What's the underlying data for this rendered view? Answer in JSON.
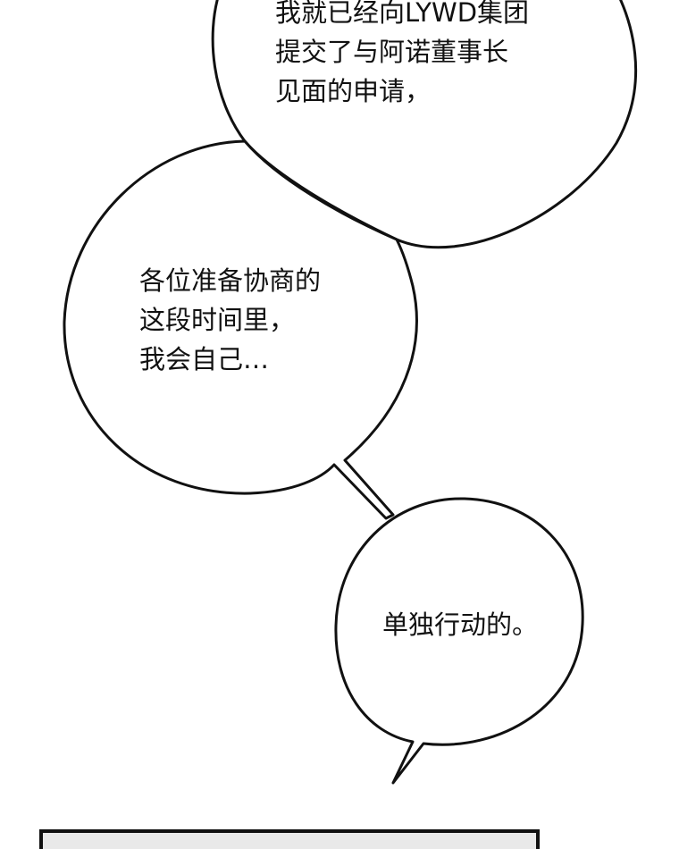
{
  "bubbles": [
    {
      "lines": [
        "我就已经向LYWD集团",
        "提交了与阿诺董事长",
        "见面的申请，"
      ]
    },
    {
      "lines": [
        "各位准备协商的",
        "这段时间里，",
        "我会自己…"
      ]
    },
    {
      "lines": [
        "单独行动的。"
      ]
    }
  ]
}
